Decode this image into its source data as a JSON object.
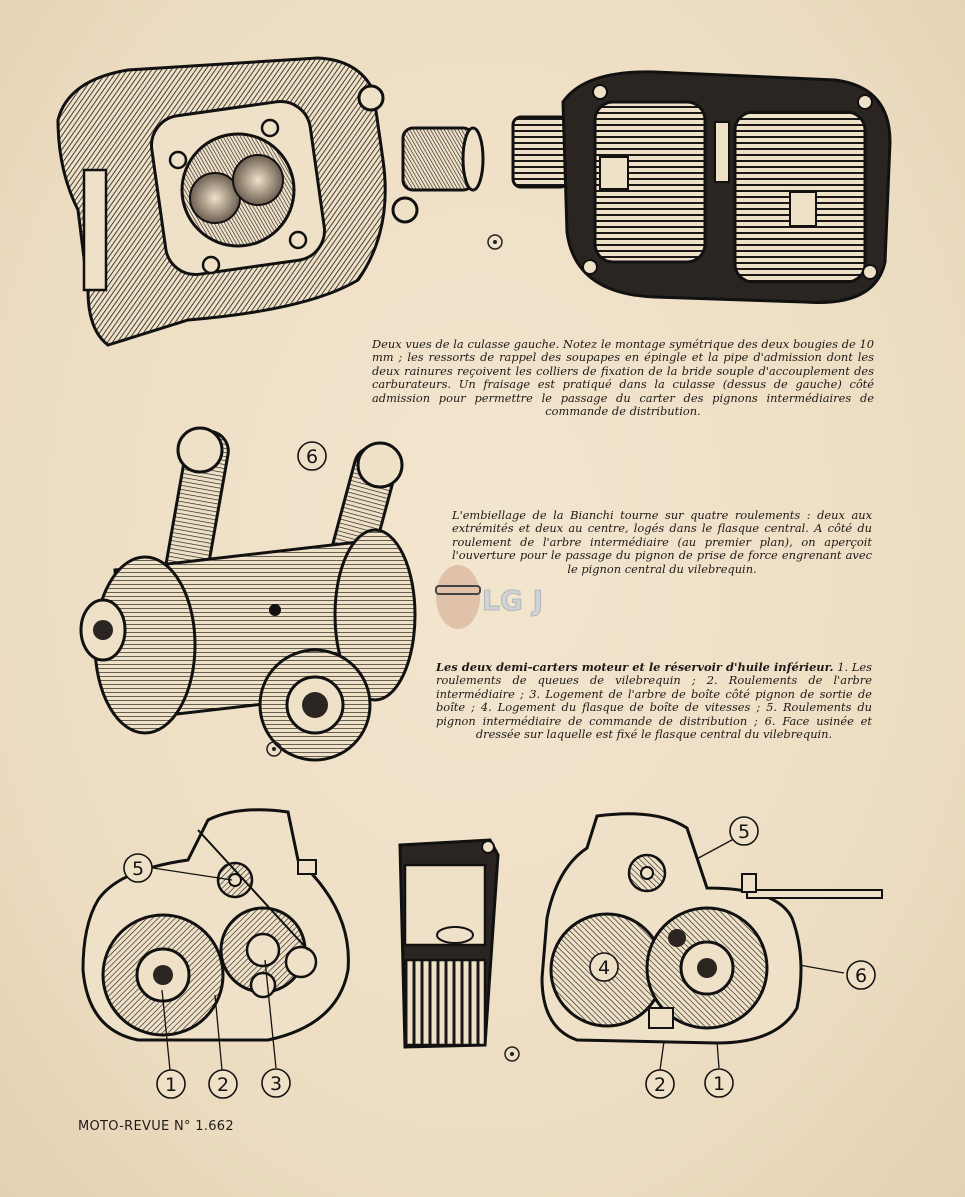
{
  "captions": {
    "culasse": "Deux vues de la culasse gauche. Notez le montage symétrique des deux bougies de 10 mm ; les ressorts de rappel des soupapes en épingle et la pipe d'admission dont les deux rainures reçoivent les colliers de fixation de la bride souple d'accouplement des carburateurs. Un fraisage est pratiqué dans la culasse (dessus de gauche) côté admission pour permettre le passage du carter des pignons intermédiaires de commande de distribution.",
    "embiellage": "L'embiellage de la Bianchi tourne sur quatre roulements : deux aux extrémités et deux au centre, logés dans le flasque central. A côté du roulement de l'arbre intermédiaire (au premier plan), on aperçoit l'ouverture pour le passage du pignon de prise de force engrenant avec le pignon central du vilebrequin.",
    "carters_lead": "Les deux demi-carters moteur et le réservoir d'huile inférieur.",
    "carters_body": "1. Les roulements de queues de vilebrequin ; 2. Roulements de l'arbre intermédiaire ; 3. Logement de l'arbre de boîte côté pignon de sortie de boîte ; 4. Logement du flasque de boîte de vitesses ; 5. Roulements du pignon intermédiaire de commande de distribution ; 6. Face usinée et dressée sur laquelle est fixé le flasque central du vilebrequin."
  },
  "callouts": {
    "crank_6": "6",
    "left_5": "5",
    "left_1": "1",
    "left_2": "2",
    "left_3": "3",
    "right_5": "5",
    "right_4": "4",
    "right_6": "6",
    "right_2": "2",
    "right_1": "1"
  },
  "watermark": "LG JP",
  "footer": "MOTO-REVUE N° 1.662"
}
